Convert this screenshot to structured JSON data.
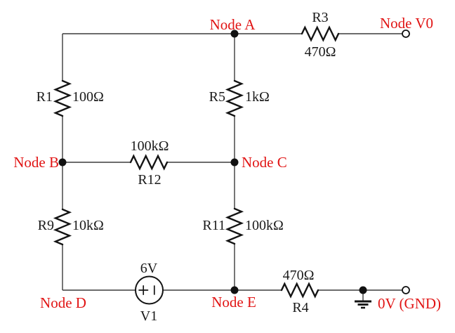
{
  "diagram": {
    "type": "circuit-schematic",
    "colors": {
      "background": "#ffffff",
      "wire": "#3c3c3c",
      "component_stroke": "#141414",
      "node_label": "#e11414",
      "component_label": "#1a1a1a"
    },
    "nodes": {
      "a": {
        "label": "Node A"
      },
      "b": {
        "label": "Node B"
      },
      "c": {
        "label": "Node C"
      },
      "d": {
        "label": "Node D"
      },
      "e": {
        "label": "Node E"
      },
      "v0": {
        "label": "Node V0"
      },
      "gnd": {
        "label": "0V (GND)"
      }
    },
    "components": {
      "r1": {
        "ref": "R1",
        "value": "100Ω"
      },
      "r3": {
        "ref": "R3",
        "value": "470Ω"
      },
      "r4": {
        "ref": "R4",
        "value": "470Ω"
      },
      "r5": {
        "ref": "R5",
        "value": "1kΩ"
      },
      "r9": {
        "ref": "R9",
        "value": "10kΩ"
      },
      "r11": {
        "ref": "R11",
        "value": "100kΩ"
      },
      "r12": {
        "ref": "R12",
        "value": "100kΩ"
      },
      "v1": {
        "ref": "V1",
        "value": "6V"
      }
    }
  }
}
